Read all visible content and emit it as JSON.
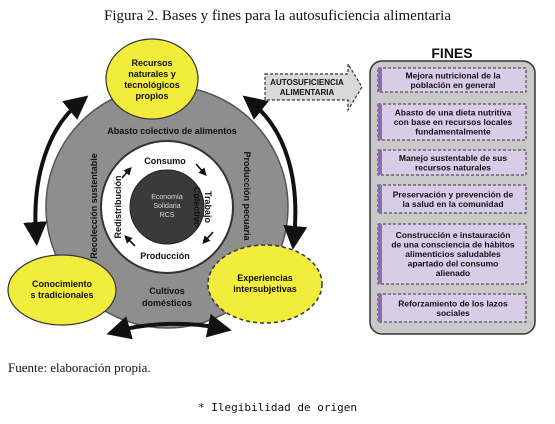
{
  "figure_title": "Figura 2. Bases y fines para la autosuficiencia alimentaria",
  "source_note": "Fuente: elaboración propia.",
  "legibility_note": "* Ilegibilidad de origen",
  "circle_nodes": {
    "top": [
      "Recursos",
      "naturales y",
      "tecnológicos",
      "propios"
    ],
    "bottom_left": [
      "Conocimiento",
      "s tradicionales"
    ],
    "bottom_right": [
      "Experiencias",
      "intersubjetivas"
    ]
  },
  "outer_ring": {
    "top": "Abasto colectivo de alimentos",
    "left": "Recolección sustentable",
    "right": "Producción pecuaria",
    "bottom": [
      "Cultivos",
      "domésticos"
    ]
  },
  "inner_ring": {
    "top": "Consumo",
    "left": "Redistribución",
    "right": [
      "Trabajo",
      "Colectivo"
    ],
    "bottom": "Producción"
  },
  "core": [
    "Economía",
    "Solidaria",
    "RCS"
  ],
  "arrow_label": [
    "AUTOSUFICIENCIA",
    "ALIMENTARIA"
  ],
  "fines_title": "FINES",
  "fines_items": [
    [
      "Mejora nutricional de la",
      "población en general"
    ],
    [
      "Abasto de una dieta nutritiva",
      "con base en recursos locales",
      "fundamentalmente"
    ],
    [
      "Manejo sustentable de sus",
      "recursos naturales"
    ],
    [
      "Preservación y prevención de",
      "la salud en la comunidad"
    ],
    [
      "Construcción e instauración",
      "de una consciencia de hábitos",
      "alimenticios saludables",
      "apartado del consumo",
      "alienado"
    ],
    [
      "Reforzamiento de los lazos",
      "sociales"
    ]
  ],
  "colors": {
    "yellow": "#F2EC3A",
    "ring_outer": "#8E8E8E",
    "ring_inner": "#FFFFFF",
    "core": "#3A3A3A",
    "fines_box": "#C9C9C9",
    "item_box": "#D8CCE8",
    "item_bar": "#8A6FB0"
  }
}
